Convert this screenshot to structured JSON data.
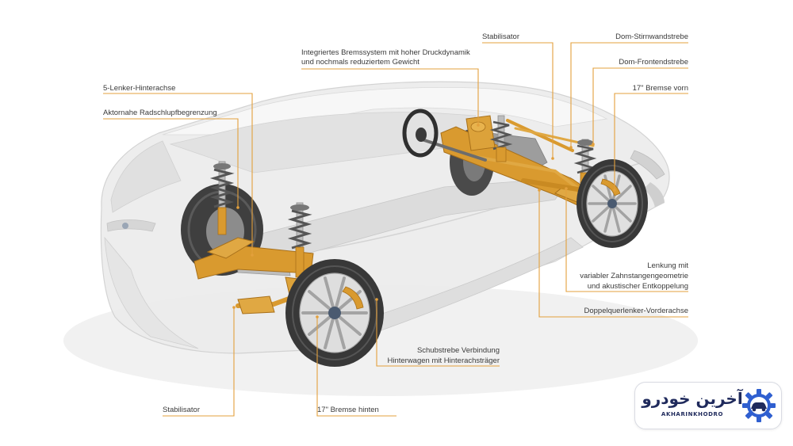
{
  "diagram": {
    "callouts": {
      "rear_axle": [
        "5-Lenker-Hinterachse"
      ],
      "wheel_slip": [
        "Aktornahe Radschlupfbegrenzung"
      ],
      "brake_system": [
        "Integriertes Bremssystem mit hoher Druckdynamik",
        "und nochmals reduziertem Gewicht"
      ],
      "stabilizer_front": [
        "Stabilisator"
      ],
      "firewall_strut": [
        "Dom-Stirnwandstrebe"
      ],
      "front_strut": [
        "Dom-Frontendstrebe"
      ],
      "brake_front": [
        "17\" Bremse vorn"
      ],
      "steering": [
        "Lenkung mit",
        "variabler Zahnstangengeometrie",
        "und akustischer Entkoppelung"
      ],
      "front_axle": [
        "Doppelquerlenker-Vorderachse"
      ],
      "thrust_strut": [
        "Schubstrebe Verbindung",
        "Hinterwagen mit Hinterachsträger"
      ],
      "stabilizer_rear": [
        "Stabilisator"
      ],
      "brake_rear": [
        "17\" Bremse hinten"
      ]
    }
  },
  "logo": {
    "text_fa": "آخرین خودرو",
    "text_en": "AKHARINKHODRO",
    "icon": "gear-car-icon"
  },
  "colors": {
    "leader_line": "#e3a03c",
    "chassis_orange": "#d99a2f",
    "label_text": "#3a3a3a",
    "logo_navy": "#1f2a5c",
    "logo_blue": "#2f5fd0"
  }
}
